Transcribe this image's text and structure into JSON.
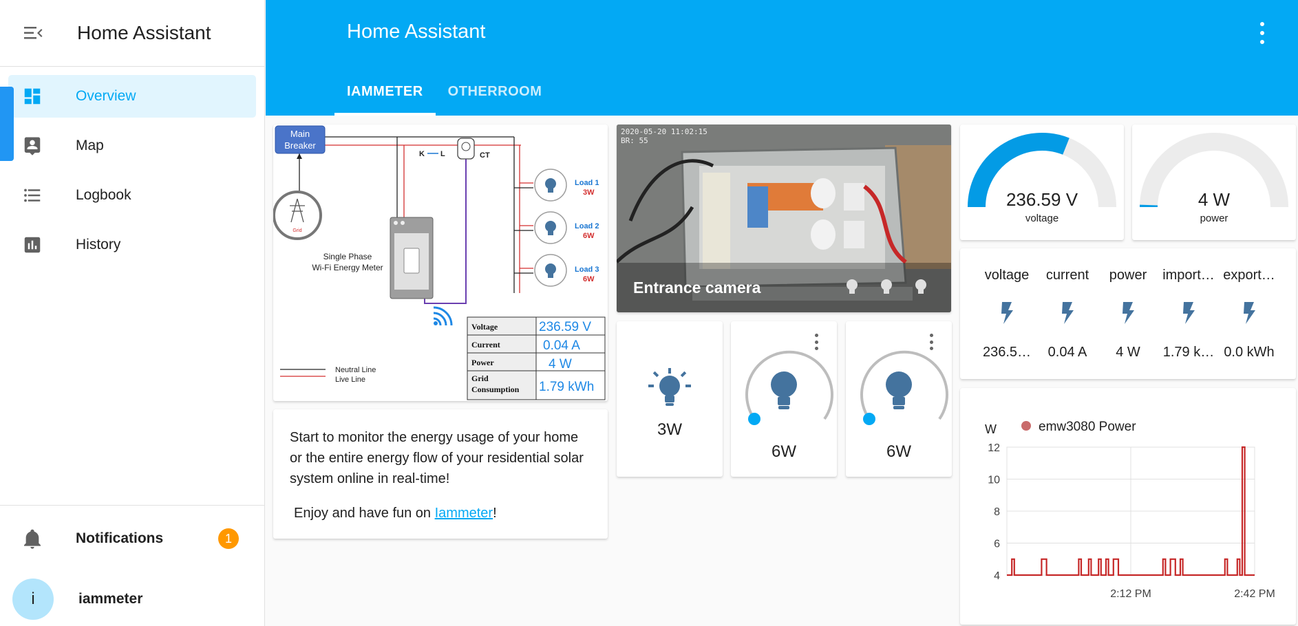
{
  "sidebar": {
    "title": "Home Assistant",
    "items": [
      {
        "label": "Overview",
        "icon": "dashboard-icon"
      },
      {
        "label": "Map",
        "icon": "map-account-icon"
      },
      {
        "label": "Logbook",
        "icon": "logbook-list-icon"
      },
      {
        "label": "History",
        "icon": "history-chart-icon"
      }
    ],
    "notifications": {
      "label": "Notifications",
      "count": "1"
    },
    "user": {
      "initial": "i",
      "name": "iammeter"
    }
  },
  "header": {
    "title": "Home Assistant",
    "tabs": [
      {
        "label": "IAMMETER"
      },
      {
        "label": "OTHERROOM"
      }
    ]
  },
  "diagram": {
    "main_breaker_1": "Main",
    "main_breaker_2": "Breaker",
    "grid": "Grid",
    "kl": "K",
    "kl2": "L",
    "ct": "CT",
    "meter_1": "Single Phase",
    "meter_2": "Wi-Fi Energy Meter",
    "loads": [
      {
        "name": "Load 1",
        "value": "3W"
      },
      {
        "name": "Load 2",
        "value": "6W"
      },
      {
        "name": "Load 3",
        "value": "6W"
      }
    ],
    "table": [
      {
        "label": "Voltage",
        "value": "236.59 V"
      },
      {
        "label": "Current",
        "value": "0.04 A"
      },
      {
        "label": "Power",
        "value": "4 W"
      },
      {
        "label": "Grid",
        "label2": "Consumption",
        "value": "1.79 kWh"
      }
    ],
    "legend_neutral": "Neutral Line",
    "legend_live": "Live Line"
  },
  "textcard": {
    "line1": "Start to monitor the energy usage of your home or the entire energy flow of your residential solar system online in real-time!",
    "enjoy_prefix": "Enjoy and have fun on ",
    "link": "Iammeter",
    "enjoy_suffix": "!"
  },
  "camera": {
    "title": "Entrance camera",
    "timestamp_1": "2020-05-20 11:02:15",
    "timestamp_2": "BR: 55"
  },
  "lights": [
    {
      "state": "3W",
      "brightness": 0
    },
    {
      "state": "6W",
      "brightness": 0
    },
    {
      "state": "6W",
      "brightness": 0
    }
  ],
  "gauges": [
    {
      "value": "236.59 V",
      "name": "voltage",
      "fraction": 0.62
    },
    {
      "value": "4 W",
      "name": "power",
      "fraction": 0.01
    }
  ],
  "glance": [
    {
      "name": "voltage",
      "value": "236.5…"
    },
    {
      "name": "current",
      "value": "0.04 A"
    },
    {
      "name": "power",
      "value": "4 W"
    },
    {
      "name": "import…",
      "value": "1.79 k…"
    },
    {
      "name": "export…",
      "value": "0.0 kWh"
    }
  ],
  "colors": {
    "accent": "#03a9f4",
    "icon_blue": "#44739e",
    "badge": "#ff9800",
    "chart_line": "#c62828"
  },
  "chart_data": {
    "type": "line",
    "ylabel": "W",
    "series": [
      {
        "name": "emw3080 Power"
      }
    ],
    "xticks": [
      {
        "label": "2:12 PM",
        "t": 0.5
      },
      {
        "label": "2:42 PM",
        "t": 1.0
      }
    ],
    "yticks": [
      4,
      6,
      8,
      10,
      12
    ],
    "ylim": [
      4,
      12
    ],
    "points": [
      [
        0,
        4
      ],
      [
        0.02,
        4
      ],
      [
        0.02,
        5
      ],
      [
        0.03,
        5
      ],
      [
        0.03,
        4
      ],
      [
        0.14,
        4
      ],
      [
        0.14,
        5
      ],
      [
        0.16,
        5
      ],
      [
        0.16,
        4
      ],
      [
        0.29,
        4
      ],
      [
        0.29,
        5
      ],
      [
        0.3,
        5
      ],
      [
        0.3,
        4
      ],
      [
        0.33,
        4
      ],
      [
        0.33,
        5
      ],
      [
        0.34,
        5
      ],
      [
        0.34,
        4
      ],
      [
        0.37,
        4
      ],
      [
        0.37,
        5
      ],
      [
        0.38,
        5
      ],
      [
        0.38,
        4
      ],
      [
        0.4,
        4
      ],
      [
        0.4,
        5
      ],
      [
        0.41,
        5
      ],
      [
        0.41,
        4
      ],
      [
        0.43,
        4
      ],
      [
        0.43,
        5
      ],
      [
        0.45,
        5
      ],
      [
        0.45,
        4
      ],
      [
        0.63,
        4
      ],
      [
        0.63,
        5
      ],
      [
        0.64,
        5
      ],
      [
        0.64,
        4
      ],
      [
        0.66,
        4
      ],
      [
        0.66,
        5
      ],
      [
        0.68,
        5
      ],
      [
        0.68,
        4
      ],
      [
        0.7,
        4
      ],
      [
        0.7,
        5
      ],
      [
        0.71,
        5
      ],
      [
        0.71,
        4
      ],
      [
        0.88,
        4
      ],
      [
        0.88,
        5
      ],
      [
        0.89,
        5
      ],
      [
        0.89,
        4
      ],
      [
        0.93,
        4
      ],
      [
        0.93,
        5
      ],
      [
        0.94,
        5
      ],
      [
        0.94,
        4
      ],
      [
        0.95,
        4
      ],
      [
        0.95,
        12
      ],
      [
        0.96,
        12
      ],
      [
        0.96,
        4
      ],
      [
        1.0,
        4
      ]
    ]
  }
}
